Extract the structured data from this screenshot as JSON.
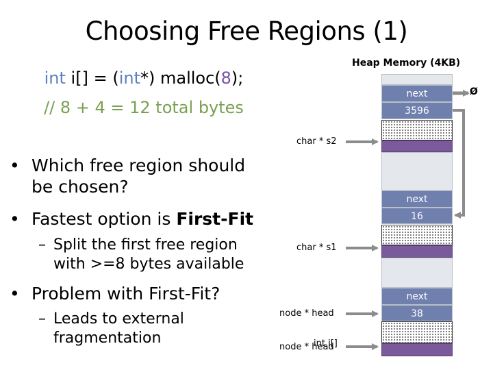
{
  "slide": {
    "title": "Choosing Free Regions (1)",
    "code_line1": {
      "kw1": "int",
      "text1": " i[] = (",
      "kw2": "int",
      "text2": "*) malloc(",
      "num": "8",
      "text3": ");"
    },
    "code_line2": "// 8 + 4 = 12 total bytes",
    "bullets": [
      {
        "text_plain": "Fastest option is ",
        "text_bold": "First-Fit"
      }
    ],
    "bullet1_line1": "Which free region should",
    "bullet1_line2": "be chosen?",
    "sub1_line1": "Split the first free region",
    "sub1_line2": "with >=8 bytes available",
    "bullet3": "Problem with First-Fit?",
    "sub2_line1": "Leads to external",
    "sub2_line2": "fragmentation",
    "bullet_char": "•",
    "dash_char": "–"
  },
  "heap": {
    "title": "Heap Memory (4KB)",
    "null_symbol": "Ø",
    "blocks": [
      {
        "next_label": "next",
        "size": "3596"
      },
      {
        "next_label": "next",
        "size": "16"
      },
      {
        "next_label": "next",
        "size": "38"
      }
    ],
    "pointers": {
      "s2": "char * s2",
      "s1": "char * s1",
      "head": "node * head",
      "head2": "node * head",
      "overlap": "int i[]"
    }
  }
}
